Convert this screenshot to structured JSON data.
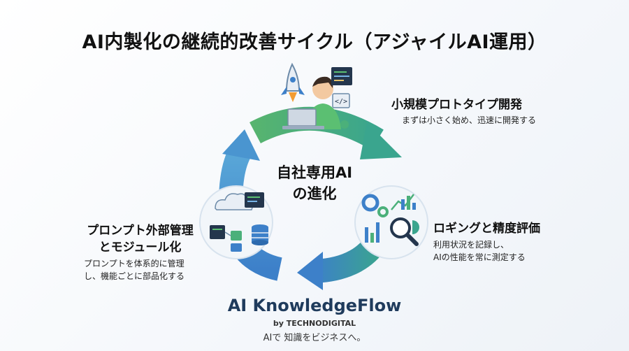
{
  "title": "AI内製化の継続的改善サイクル（アジャイルAI運用）",
  "center": {
    "line1": "自社専用AI",
    "line2": "の進化"
  },
  "steps": [
    {
      "heading": "小規模プロトタイプ開発",
      "desc": "まずは小さく始め、迅速に開発する"
    },
    {
      "heading": "ロギングと精度評価",
      "desc_line1": "利用状況を記録し、",
      "desc_line2": "AIの性能を常に測定する"
    },
    {
      "heading_line1": "プロンプト外部管理",
      "heading_line2": "とモジュール化",
      "desc_line1": "プロンプトを体系的に管理",
      "desc_line2": "し、機能ごとに部品化する"
    }
  ],
  "brand": {
    "name": "AI KnowledgeFlow",
    "by": "by TECHNODIGITAL",
    "tagline": "AIで 知識をビジネスへ。"
  },
  "colors": {
    "arrow_green": "#4bb07a",
    "arrow_teal": "#3fa79a",
    "arrow_blue": "#3c7fc8",
    "navy": "#1f3b5c"
  }
}
